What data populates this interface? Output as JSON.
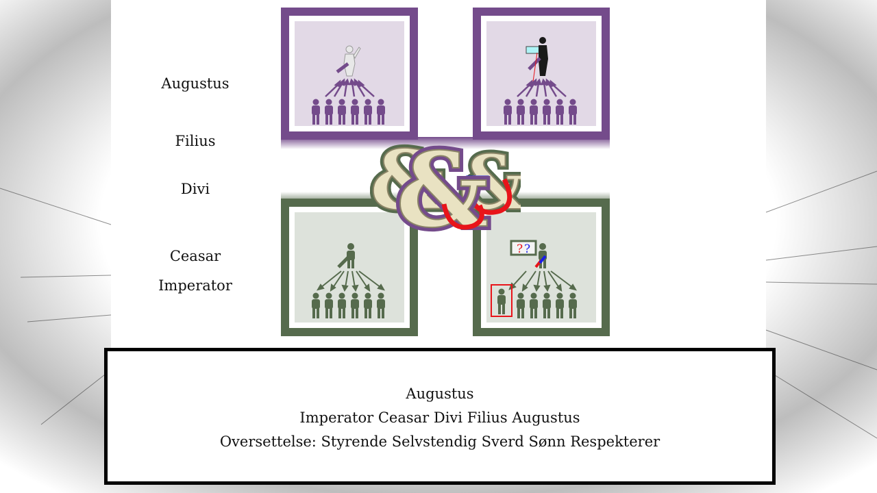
{
  "labels": {
    "augustus": "Augustus",
    "filius": "Filius",
    "divi": "Divi",
    "ceasar": "Ceasar",
    "imperator": "Imperator"
  },
  "tiles": {
    "top_left_icon": "statue-leader-icon",
    "top_right_icon": "dark-leader-icon",
    "bottom_left_icon": "commander-icon",
    "bottom_right_icon": "questioning-commander-icon",
    "bottom_right_question": "??"
  },
  "ampersand": {
    "glyph": "&&",
    "icon": "ampersand-magnet-icon"
  },
  "caption": {
    "line1": "Augustus",
    "line2": "Imperator Ceasar Divi Filius Augustus",
    "line3": "Oversettelse: Styrende Selvstendig Sverd Sønn Respekterer"
  },
  "colors": {
    "purple": "#744b8b",
    "purple_light": "#e2d9e6",
    "green": "#566b4d",
    "green_light": "#dde2db",
    "ampersand": "#e9e2c2",
    "magnet_red": "#e8141a",
    "magnet_blue": "#1a1ee8"
  }
}
